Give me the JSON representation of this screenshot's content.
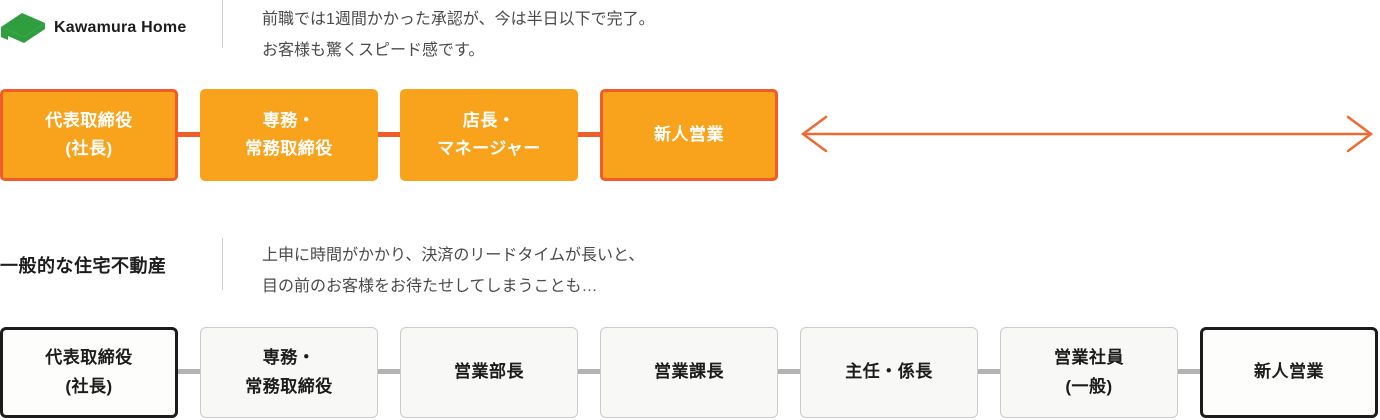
{
  "brand": {
    "name": "Kawamura Home",
    "logo_icon": "green-house-roof"
  },
  "kawamura": {
    "description_lines": [
      "前職では1週間かかった承認が、今は半日以下で完了。",
      "お客様も驚くスピード感です。"
    ],
    "steps": [
      {
        "label": "代表取締役\n(社長)",
        "highlighted": true
      },
      {
        "label": "専務・\n常務取締役",
        "highlighted": false
      },
      {
        "label": "店長・\nマネージャー",
        "highlighted": false
      },
      {
        "label": "新人営業",
        "highlighted": true
      }
    ]
  },
  "generic": {
    "title": "一般的な住宅不動産",
    "description_lines": [
      "上申に時間がかかり、決済のリードタイムが長いと、",
      "目の前のお客様をお待たせしてしまうことも…"
    ],
    "steps": [
      {
        "label": "代表取締役\n(社長)",
        "highlighted": true
      },
      {
        "label": "専務・\n常務取締役",
        "highlighted": false
      },
      {
        "label": "営業部長",
        "highlighted": false
      },
      {
        "label": "営業課長",
        "highlighted": false
      },
      {
        "label": "主任・係長",
        "highlighted": false
      },
      {
        "label": "営業社員\n(一般)",
        "highlighted": false
      },
      {
        "label": "新人営業",
        "highlighted": true
      }
    ]
  },
  "colors": {
    "brand_green": "#2e9e3e",
    "box_orange": "#f9a21b",
    "accent_red_orange": "#f15a29",
    "arrow_orange": "#ee6a31",
    "generic_box_fill": "#f8f8f6",
    "generic_border": "#cbcbcb",
    "generic_dark_border": "#1c1c1c",
    "connector_gray": "#b3b3b3",
    "text_dark": "#1d1d1d",
    "text_gray": "#4a4a4a"
  }
}
